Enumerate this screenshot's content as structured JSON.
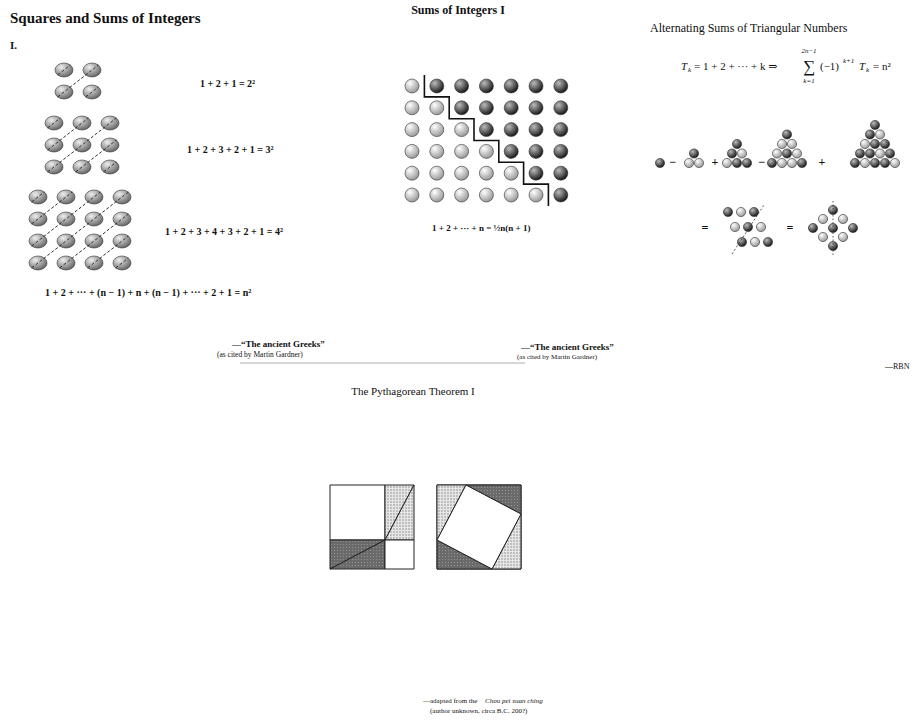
{
  "diagram": {
    "labels": [
      "Squares and Sums of Integers",
      "I.",
      "1 + 2 + 1 = 2²",
      "1 + 2 + 3 + 2 + 1 = 3²",
      "1 + 2 + 3 + 4 + 3 + 2 + 1 = 4²",
      "1 + 2 + ··· + (n − 1) + n + (n − 1) + ··· + 2 + 1 = n²",
      "—“The ancient Greeks”",
      "(as cited by Martin Gardner)",
      "Sums of Integers I",
      "1 + 2 + ··· + n = ½n(n + 1)",
      "—“The ancient Greeks”",
      "(as cited by Martin Gardner)",
      "Alternating Sums of Triangular Numbers",
      "T",
      "k",
      "= 1 + 2 + ··· + k ⇒",
      "2n−1",
      "∑",
      "k=1",
      "(−1)",
      "k+1",
      "T",
      "k",
      "= n²",
      "−",
      "+",
      "−",
      "+",
      "=",
      "=",
      "—RBN",
      "The Pythagorean Theorem I",
      "—adapted from the",
      "Chou pei suan ching",
      "(author unknown, circa B.C. 200?)"
    ]
  }
}
